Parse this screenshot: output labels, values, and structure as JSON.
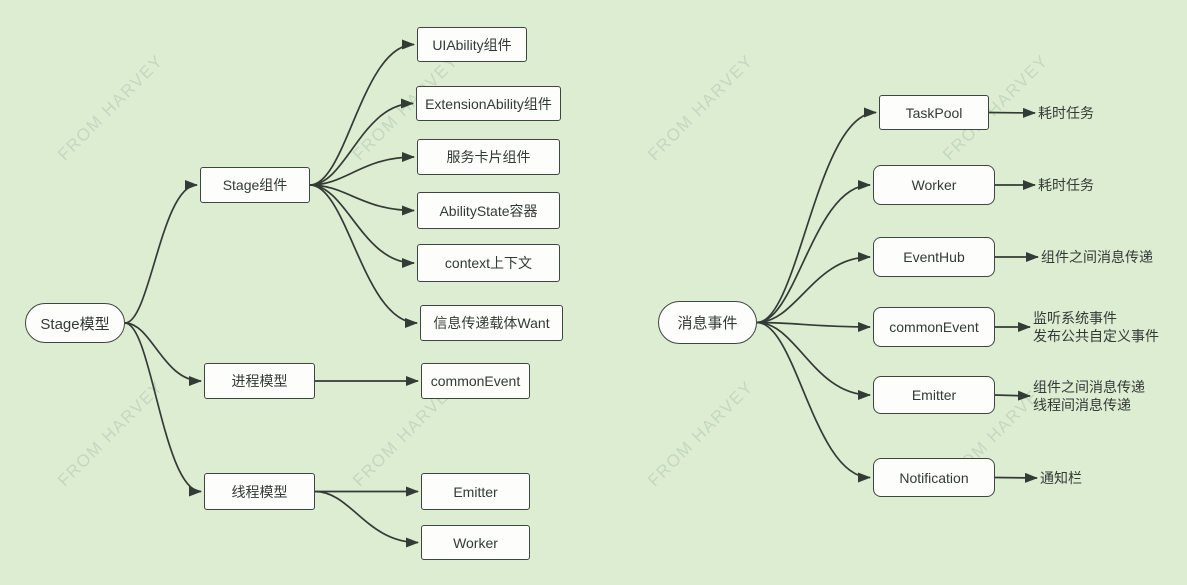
{
  "watermark": {
    "text": "FROM HARVEY"
  },
  "colors": {
    "background": "#dcedd2",
    "node_fill": "#fdfefb",
    "node_border": "#3e4641",
    "edge": "#333b36",
    "text": "#333a35",
    "watermark": "#c5d8bd"
  },
  "diagram": {
    "nodes": [
      {
        "id": "stage_root",
        "label": "Stage模型",
        "kind": "root"
      },
      {
        "id": "stage_comp",
        "label": "Stage组件",
        "kind": "box"
      },
      {
        "id": "process_model",
        "label": "进程模型",
        "kind": "box"
      },
      {
        "id": "thread_model",
        "label": "线程模型",
        "kind": "box"
      },
      {
        "id": "uiability",
        "label": "UIAbility组件",
        "kind": "box"
      },
      {
        "id": "extensionability",
        "label": "ExtensionAbility组件",
        "kind": "box"
      },
      {
        "id": "service_card",
        "label": "服务卡片组件",
        "kind": "box"
      },
      {
        "id": "abilitystate",
        "label": "AbilityState容器",
        "kind": "box"
      },
      {
        "id": "context",
        "label": "context上下文",
        "kind": "box"
      },
      {
        "id": "want",
        "label": "信息传递载体Want",
        "kind": "box"
      },
      {
        "id": "commonevent_left",
        "label": "commonEvent",
        "kind": "box"
      },
      {
        "id": "emitter_left",
        "label": "Emitter",
        "kind": "box"
      },
      {
        "id": "worker_left",
        "label": "Worker",
        "kind": "box"
      },
      {
        "id": "msg_root",
        "label": "消息事件",
        "kind": "root"
      },
      {
        "id": "taskpool",
        "label": "TaskPool",
        "kind": "box"
      },
      {
        "id": "worker_right",
        "label": "Worker",
        "kind": "rounded"
      },
      {
        "id": "eventhub",
        "label": "EventHub",
        "kind": "rounded"
      },
      {
        "id": "commonevent_right",
        "label": "commonEvent",
        "kind": "rounded"
      },
      {
        "id": "emitter_right",
        "label": "Emitter",
        "kind": "rounded"
      },
      {
        "id": "notification",
        "label": "Notification",
        "kind": "rounded"
      },
      {
        "id": "note_taskpool",
        "label": "耗时任务",
        "kind": "note"
      },
      {
        "id": "note_worker",
        "label": "耗时任务",
        "kind": "note"
      },
      {
        "id": "note_eventhub",
        "label": "组件之间消息传递",
        "kind": "note"
      },
      {
        "id": "note_commonevent",
        "label": "监听系统事件\n发布公共自定义事件",
        "kind": "note"
      },
      {
        "id": "note_emitter",
        "label": "组件之间消息传递\n线程间消息传递",
        "kind": "note"
      },
      {
        "id": "note_notification",
        "label": "通知栏",
        "kind": "note"
      }
    ],
    "edges": [
      [
        "stage_root",
        "stage_comp"
      ],
      [
        "stage_root",
        "process_model"
      ],
      [
        "stage_root",
        "thread_model"
      ],
      [
        "stage_comp",
        "uiability"
      ],
      [
        "stage_comp",
        "extensionability"
      ],
      [
        "stage_comp",
        "service_card"
      ],
      [
        "stage_comp",
        "abilitystate"
      ],
      [
        "stage_comp",
        "context"
      ],
      [
        "stage_comp",
        "want"
      ],
      [
        "process_model",
        "commonevent_left"
      ],
      [
        "thread_model",
        "emitter_left"
      ],
      [
        "thread_model",
        "worker_left"
      ],
      [
        "msg_root",
        "taskpool"
      ],
      [
        "msg_root",
        "worker_right"
      ],
      [
        "msg_root",
        "eventhub"
      ],
      [
        "msg_root",
        "commonevent_right"
      ],
      [
        "msg_root",
        "emitter_right"
      ],
      [
        "msg_root",
        "notification"
      ],
      [
        "taskpool",
        "note_taskpool"
      ],
      [
        "worker_right",
        "note_worker"
      ],
      [
        "eventhub",
        "note_eventhub"
      ],
      [
        "commonevent_right",
        "note_commonevent"
      ],
      [
        "emitter_right",
        "note_emitter"
      ],
      [
        "notification",
        "note_notification"
      ]
    ]
  }
}
